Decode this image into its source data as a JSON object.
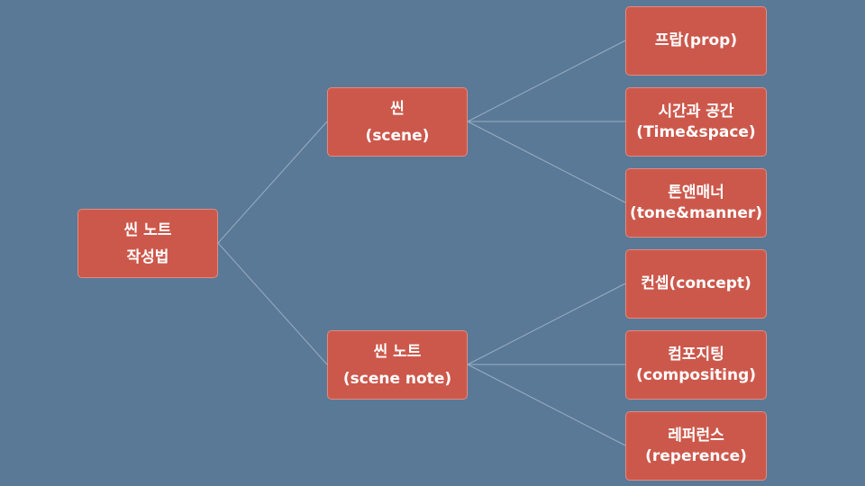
{
  "diagram": {
    "root": {
      "line1": "씬 노트",
      "line2": "작성법"
    },
    "branches": [
      {
        "line1": "씬",
        "line2": "(scene)",
        "children": [
          {
            "line1": "프랍(prop)",
            "line2": ""
          },
          {
            "line1": "시간과 공간",
            "line2": "(Time&space)"
          },
          {
            "line1": "톤앤매너",
            "line2": "(tone&manner)"
          }
        ]
      },
      {
        "line1": "씬 노트",
        "line2": "(scene note)",
        "children": [
          {
            "line1": "컨셉(concept)",
            "line2": ""
          },
          {
            "line1": "컴포지팅",
            "line2": "(compositing)"
          },
          {
            "line1": "레퍼런스",
            "line2": "(reperence)"
          }
        ]
      }
    ]
  },
  "colors": {
    "background": "#5a7997",
    "node_fill": "#cc584b",
    "node_border": "#e28b7f",
    "node_text": "#ffffff",
    "connector": "#98aec2"
  }
}
